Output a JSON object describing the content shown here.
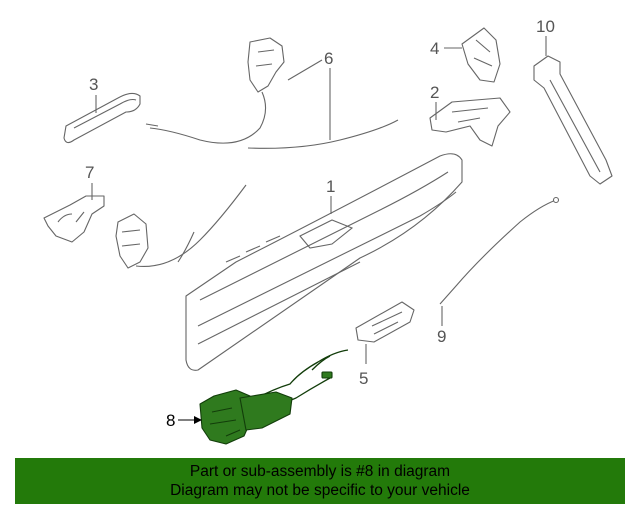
{
  "callouts": {
    "c1": "1",
    "c2": "2",
    "c3": "3",
    "c4": "4",
    "c5": "5",
    "c6": "6",
    "c7": "7",
    "c8": "8",
    "c9": "9",
    "c10": "10"
  },
  "highlight_color": "#237a0a",
  "banner": {
    "line1": "Part or sub-assembly is #8 in diagram",
    "line2": "Diagram may not be specific to your vehicle"
  }
}
